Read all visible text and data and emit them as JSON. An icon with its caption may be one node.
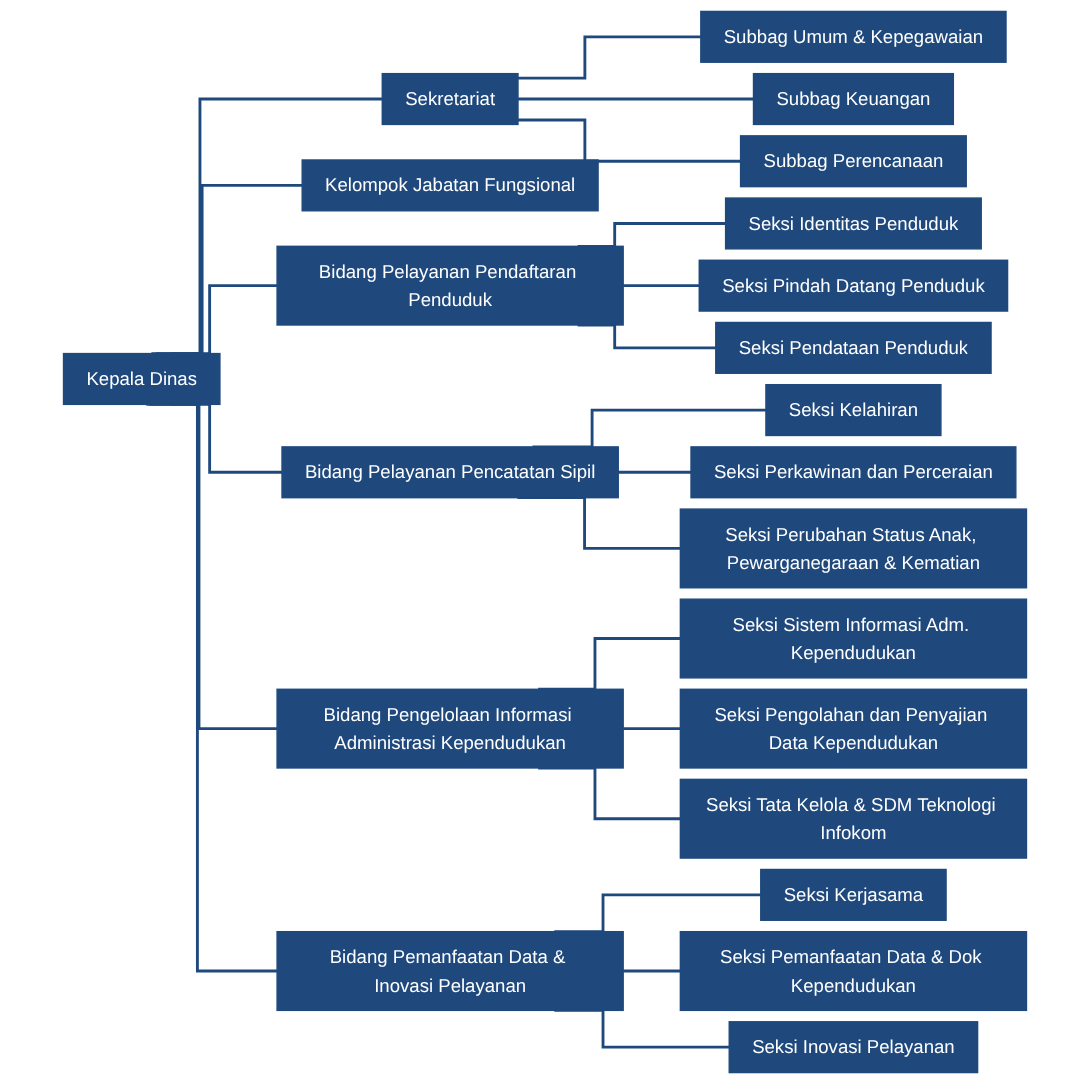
{
  "diagram": {
    "nodes": [
      {
        "text": [
          "Kepala Dinas"
        ]
      },
      {
        "text": [
          "Sekretariat"
        ]
      },
      {
        "text": [
          "Kelompok Jabatan Fungsional"
        ]
      },
      {
        "text": [
          "Subbag Umum & Kepegawaian"
        ]
      },
      {
        "text": [
          "Subbag Keuangan"
        ]
      },
      {
        "text": [
          "Subbag Perencanaan"
        ]
      },
      {
        "text": [
          "Bidang Pelayanan Pendaftaran Penduduk"
        ]
      },
      {
        "text": [
          "Bidang Pelayanan Pencatatan Sipil"
        ]
      },
      {
        "text": [
          "Bidang Pengelolaan Informasi Administrasi Kependudukan"
        ]
      },
      {
        "text": [
          "Bidang Pemanfaatan Data & Inovasi Pelayanan"
        ]
      },
      {
        "text": [
          "Seksi Identitas Penduduk"
        ]
      },
      {
        "text": [
          "Seksi Pindah Datang Penduduk"
        ]
      },
      {
        "text": [
          "Seksi Pendataan Penduduk"
        ]
      },
      {
        "text": [
          "Seksi Kelahiran"
        ]
      },
      {
        "text": [
          "Seksi Perkawinan dan Perceraian"
        ]
      },
      {
        "text": [
          "Seksi Perubahan Status Anak, Pewarganegaraan & Kematian"
        ]
      },
      {
        "text": [
          "Seksi Sistem Informasi Adm. Kependudukan"
        ]
      },
      {
        "text": [
          "Seksi Pengolahan dan Penyajian Data Kependudukan"
        ]
      },
      {
        "text": [
          "Seksi Tata Kelola & SDM Teknologi Infokom"
        ]
      },
      {
        "text": [
          "Seksi Kerjasama"
        ]
      },
      {
        "text": [
          "Seksi Pemanfaatan Data & Dok Kependudukan"
        ]
      },
      {
        "text": [
          "Seksi Inovasi Pelayanan"
        ]
      }
    ],
    "edges": [
      {
        "from": 0,
        "to": 1,
        "arrow": "none"
      },
      {
        "from": 0,
        "to": 2,
        "arrow": "none"
      },
      {
        "from": 1,
        "to": 3,
        "arrow": "none"
      },
      {
        "from": 1,
        "to": 4,
        "arrow": "none"
      },
      {
        "from": 1,
        "to": 5,
        "arrow": "none"
      },
      {
        "from": 0,
        "to": 6,
        "arrow": "none"
      },
      {
        "from": 0,
        "to": 7,
        "arrow": "none"
      },
      {
        "from": 0,
        "to": 8,
        "arrow": "none"
      },
      {
        "from": 0,
        "to": 9,
        "arrow": "none"
      },
      {
        "from": 6,
        "to": 10,
        "arrow": "none"
      },
      {
        "from": 6,
        "to": 11,
        "arrow": "none"
      },
      {
        "from": 6,
        "to": 12,
        "arrow": "none"
      },
      {
        "from": 7,
        "to": 13,
        "arrow": "none"
      },
      {
        "from": 7,
        "to": 14,
        "arrow": "none"
      },
      {
        "from": 7,
        "to": 15,
        "arrow": "none"
      },
      {
        "from": 8,
        "to": 16,
        "arrow": "none"
      },
      {
        "from": 8,
        "to": 17,
        "arrow": "none"
      },
      {
        "from": 8,
        "to": 18,
        "arrow": "none"
      },
      {
        "from": 9,
        "to": 19,
        "arrow": "none"
      },
      {
        "from": 9,
        "to": 20,
        "arrow": "none"
      },
      {
        "from": 9,
        "to": 21,
        "arrow": "none"
      }
    ]
  }
}
